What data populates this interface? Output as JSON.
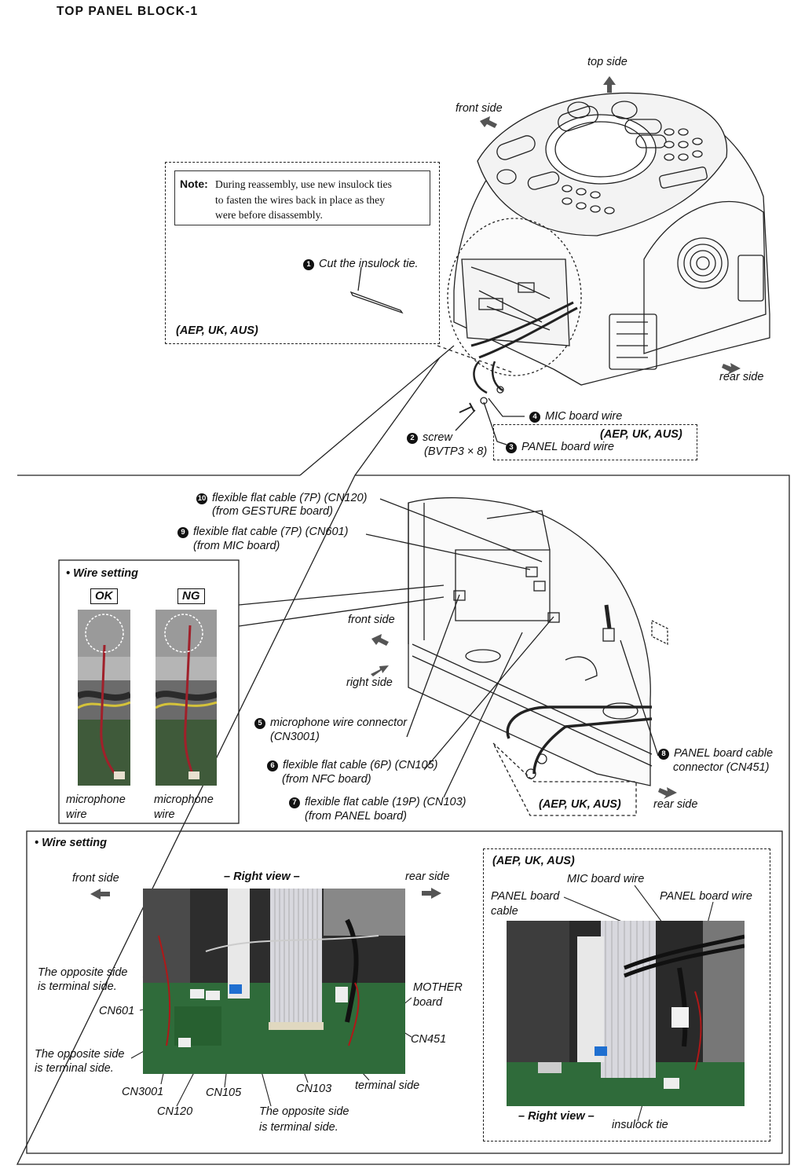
{
  "title": "TOP PANEL BLOCK-1",
  "top": {
    "direction_labels": {
      "top_side": "top side",
      "front_side": "front side",
      "rear_side": "rear side"
    },
    "note": {
      "label": "Note:",
      "text": "During reassembly, use new insulock ties\nto fasten the wires back in place as they\nwere before disassembly."
    },
    "region_note": "(AEP, UK, AUS)",
    "region_wires": "(AEP, UK, AUS)",
    "steps": [
      {
        "num": "1",
        "text": "Cut the insulock tie."
      },
      {
        "num": "2",
        "text": "screw"
      },
      {
        "num": "3",
        "text": "PANEL board wire"
      },
      {
        "num": "4",
        "text": "MIC board wire"
      }
    ],
    "screw_spec": "(BVTP3 × 8)"
  },
  "middle": {
    "steps": [
      {
        "num": "5",
        "line1": "microphone wire connector",
        "line2": "(CN3001)"
      },
      {
        "num": "6",
        "line1": "flexible flat cable (6P) (CN105)",
        "line2": "(from NFC board)"
      },
      {
        "num": "7",
        "line1": "flexible flat cable (19P) (CN103)",
        "line2": "(from PANEL board)"
      },
      {
        "num": "8",
        "line1": "PANEL board cable",
        "line2": "connector (CN451)"
      },
      {
        "num": "9",
        "line1": "flexible flat cable (7P) (CN601)",
        "line2": "(from MIC board)"
      },
      {
        "num": "10",
        "line1": "flexible flat cable (7P) (CN120)",
        "line2": "(from GESTURE board)"
      }
    ],
    "direction_labels": {
      "front_side": "front side",
      "right_side": "right side",
      "rear_side": "rear side"
    },
    "region": "(AEP, UK, AUS)",
    "wire_setting": {
      "title": "• Wire setting",
      "ok": "OK",
      "ng": "NG",
      "ok_caption": [
        "microphone",
        "wire"
      ],
      "ng_caption": [
        "microphone",
        "wire"
      ]
    }
  },
  "bottom": {
    "title": "• Wire setting",
    "front_side": "front side",
    "rear_side": "rear side",
    "right_view": "– Right view –",
    "labels": {
      "opposite_1": [
        "The opposite side",
        "is terminal side."
      ],
      "cn601": "CN601",
      "opposite_2": [
        "The opposite side",
        "is terminal side."
      ],
      "cn3001": "CN3001",
      "cn120": "CN120",
      "cn105": "CN105",
      "opposite_3": [
        "The opposite side",
        "is terminal side."
      ],
      "cn103": "CN103",
      "terminal_side": "terminal side",
      "cn451": "CN451",
      "mother_board": [
        "MOTHER",
        "board"
      ]
    },
    "region_box": {
      "title": "(AEP, UK, AUS)",
      "mic_board_wire": "MIC board wire",
      "panel_board_cable": [
        "PANEL board",
        "cable"
      ],
      "panel_board_wire": "PANEL board wire",
      "right_view": "– Right view –",
      "insulock_tie": "insulock tie"
    }
  }
}
